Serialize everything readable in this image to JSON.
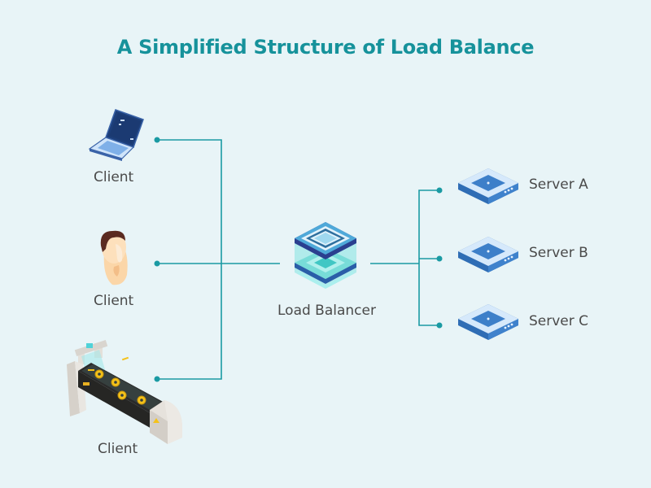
{
  "title": "A Simplified Structure of Load Balance",
  "colors": {
    "title": "#16929b",
    "connector": "#1a9aa3",
    "background": "#e8f4f7",
    "label": "#4a4a4a"
  },
  "clients": [
    {
      "label": "Client",
      "icon": "laptop-icon"
    },
    {
      "label": "Client",
      "icon": "person-icon"
    },
    {
      "label": "Client",
      "icon": "conveyor-machine-icon"
    }
  ],
  "load_balancer": {
    "label": "Load Balancer",
    "icon": "load-balancer-cube-icon"
  },
  "servers": [
    {
      "label": "Server A",
      "icon": "server-icon"
    },
    {
      "label": "Server B",
      "icon": "server-icon"
    },
    {
      "label": "Server C",
      "icon": "server-icon"
    }
  ]
}
